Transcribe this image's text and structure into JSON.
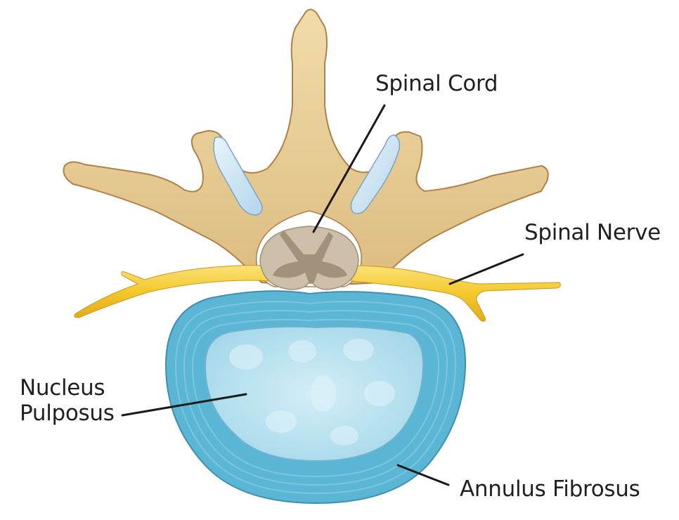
{
  "title": "Lumbar vertebra and intervertebral disc — superior view",
  "labels": {
    "spinal_cord": "Spinal Cord",
    "spinal_nerve": "Spinal Nerve",
    "nucleus_line1": "Nucleus",
    "nucleus_line2": "Pulposus",
    "annulus_fibrosus": "Annulus Fibrosus"
  },
  "colors": {
    "bone": "#e8cf95",
    "bone_outline": "#b0804a",
    "cartilage": "#c6e0f0",
    "nerve": "#f2c72c",
    "spinal_cord": "#cdbfa9",
    "grey_matter": "#9b8a73",
    "annulus": "#5bb5d5",
    "nucleus": "#b8e1ef",
    "leader_line": "#1a1a1a",
    "text": "#231f20"
  }
}
